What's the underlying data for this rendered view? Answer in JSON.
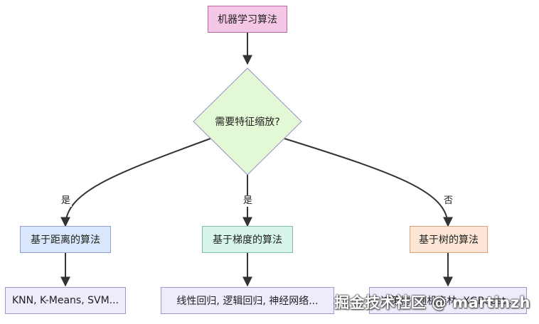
{
  "nodes": {
    "root": {
      "label": "机器学习算法",
      "fill": "#f4c7e6",
      "stroke": "#b86aa5"
    },
    "decision": {
      "label": "需要特征缩放?",
      "fill": "#e3f9d6",
      "stroke": "#9a8fc4"
    },
    "distance": {
      "label": "基于距离的算法",
      "fill": "#d9e6fb",
      "stroke": "#8f9fd6"
    },
    "gradient": {
      "label": "基于梯度的算法",
      "fill": "#d7f5ea",
      "stroke": "#7fbfa6"
    },
    "tree": {
      "label": "基于树的算法",
      "fill": "#fde6d5",
      "stroke": "#d9a27a"
    },
    "distance_examples": {
      "label": "KNN, K-Means, SVM..."
    },
    "gradient_examples": {
      "label": "线性回归, 逻辑回归, 神经网络..."
    },
    "tree_examples": {
      "label": "决策树, 随机森林, XGBoost..."
    }
  },
  "edges": {
    "to_distance": "是",
    "to_gradient": "是",
    "to_tree": "否"
  },
  "watermark": "掘金技术社区 @ martinzh",
  "colors": {
    "line": "#333333",
    "example_fill": "#ececfb",
    "example_stroke": "#9a9ad0"
  }
}
